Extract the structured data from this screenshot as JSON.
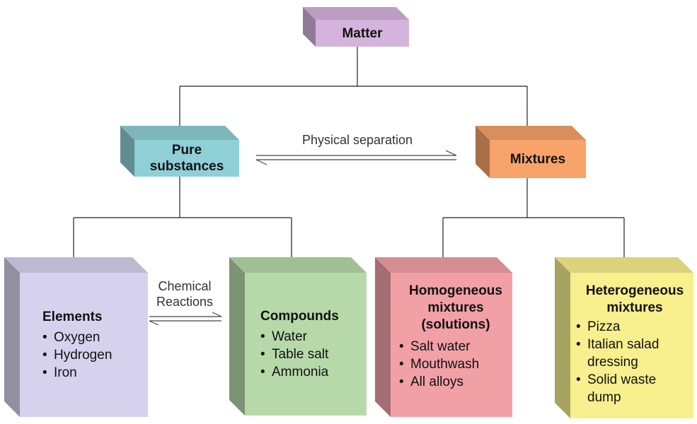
{
  "nodes": {
    "matter": {
      "title": "Matter"
    },
    "pure": {
      "title_line1": "Pure",
      "title_line2": "substances"
    },
    "mixtures": {
      "title": "Mixtures"
    },
    "elements": {
      "title": "Elements",
      "items": [
        "Oxygen",
        "Hydrogen",
        "Iron"
      ]
    },
    "compounds": {
      "title": "Compounds",
      "items": [
        "Water",
        "Table salt",
        "Ammonia"
      ]
    },
    "homogeneous": {
      "title_line1": "Homogeneous",
      "title_line2": "mixtures",
      "title_line3": "(solutions)",
      "items": [
        "Salt water",
        "Mouthwash",
        "All alloys"
      ]
    },
    "heterogeneous": {
      "title_line1": "Heterogeneous",
      "title_line2": "mixtures",
      "items": [
        "Pizza",
        "Italian salad dressing",
        "Solid waste dump"
      ]
    }
  },
  "edges": {
    "physical_separation": "Physical separation",
    "chemical_line1": "Chemical",
    "chemical_line2": "Reactions"
  },
  "bullet_char": "•",
  "colors": {
    "matter": "#d4b4dc",
    "pure": "#8fcfd6",
    "mixtures": "#f7a36a",
    "elements": "#d6d2ee",
    "compounds": "#b7d9a9",
    "homogeneous": "#f1a1a6",
    "heterogeneous": "#f8ef8e"
  }
}
